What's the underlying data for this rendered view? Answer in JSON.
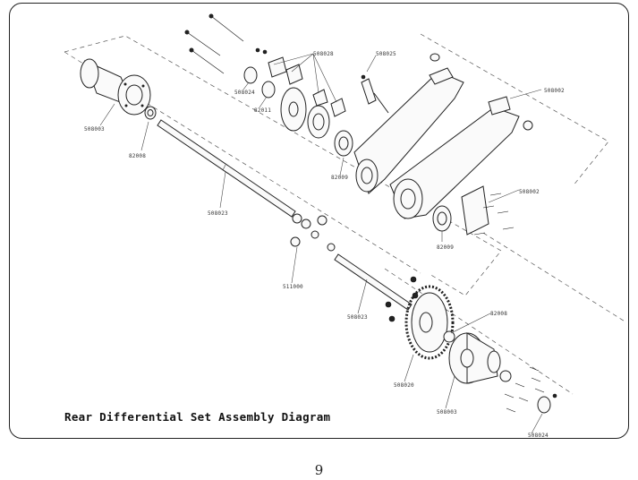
{
  "diagram": {
    "caption": "Rear Differential Set Assembly Diagram",
    "page_number": "9",
    "labels": {
      "l_508028": "508028",
      "l_508025": "508025",
      "l_508002": "508002",
      "l_508003_left": "508003",
      "l_82008_left": "82008",
      "l_508024_top": "508024",
      "l_82011": "82011",
      "l_82009_top": "82009",
      "l_508023_top": "508023",
      "l_508002_bracket": "508002",
      "l_82009_bottom": "82009",
      "l_511000": "511000",
      "l_508023_bottom": "508023",
      "l_82008_right": "82008",
      "l_508020": "508020",
      "l_508003_right": "508003",
      "l_508024_bottom": "508024"
    }
  }
}
